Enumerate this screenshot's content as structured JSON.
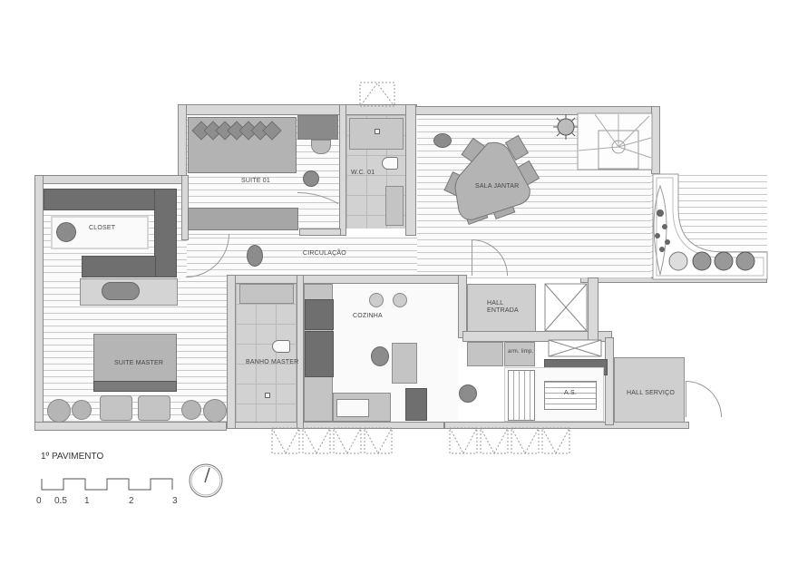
{
  "plan": {
    "title": "1º PAVIMENTO",
    "rooms": {
      "suite01": "SUITE 01",
      "wc01": "W.C. 01",
      "sala_jantar": "SALA JANTAR",
      "closet": "CLOSET",
      "circulacao": "CIRCULAÇÃO",
      "cozinha": "COZINHA",
      "hall_entrada_1": "HALL",
      "hall_entrada_2": "ENTRADA",
      "suite_master": "SUITE MASTER",
      "banho_master": "BANHO MASTER",
      "arm_limp": "arm. limp.",
      "as": "A.S.",
      "hall_servico": "HALL SERVIÇO"
    }
  },
  "scale_bar": {
    "ticks": [
      "0",
      "0.5",
      "1",
      "2",
      "3"
    ]
  },
  "north_arrow": {
    "icon": "north-arrow-icon"
  },
  "colors": {
    "wall": "#d9d9d9",
    "wall_outline": "#8a8a8a",
    "furniture_dark": "#6f6f6f",
    "furniture_mid": "#a9a9a9",
    "floor_lines": "#c9c9c9",
    "text": "#444444"
  }
}
